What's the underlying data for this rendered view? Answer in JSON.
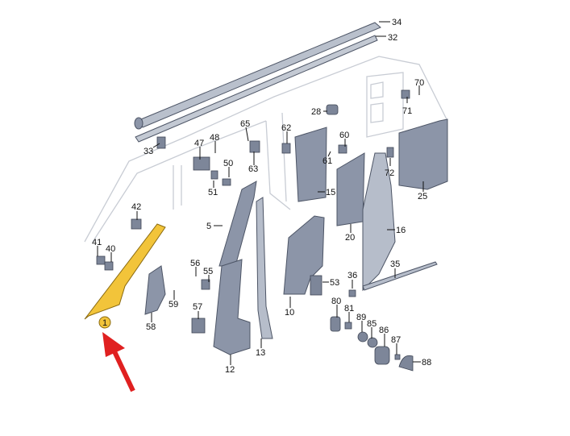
{
  "diagram": {
    "highlighted_part": "1",
    "colors": {
      "highlight": "#f2c43a",
      "part": "#8c95a8",
      "arrow": "#e02020"
    },
    "callouts": [
      "34",
      "32",
      "70",
      "71",
      "28",
      "65",
      "62",
      "60",
      "48",
      "47",
      "61",
      "72",
      "33",
      "50",
      "63",
      "51",
      "15",
      "25",
      "42",
      "5",
      "20",
      "16",
      "41",
      "40",
      "56",
      "55",
      "35",
      "36",
      "53",
      "58",
      "59",
      "57",
      "80",
      "81",
      "89",
      "85",
      "86",
      "87",
      "88",
      "10",
      "12",
      "13"
    ]
  }
}
